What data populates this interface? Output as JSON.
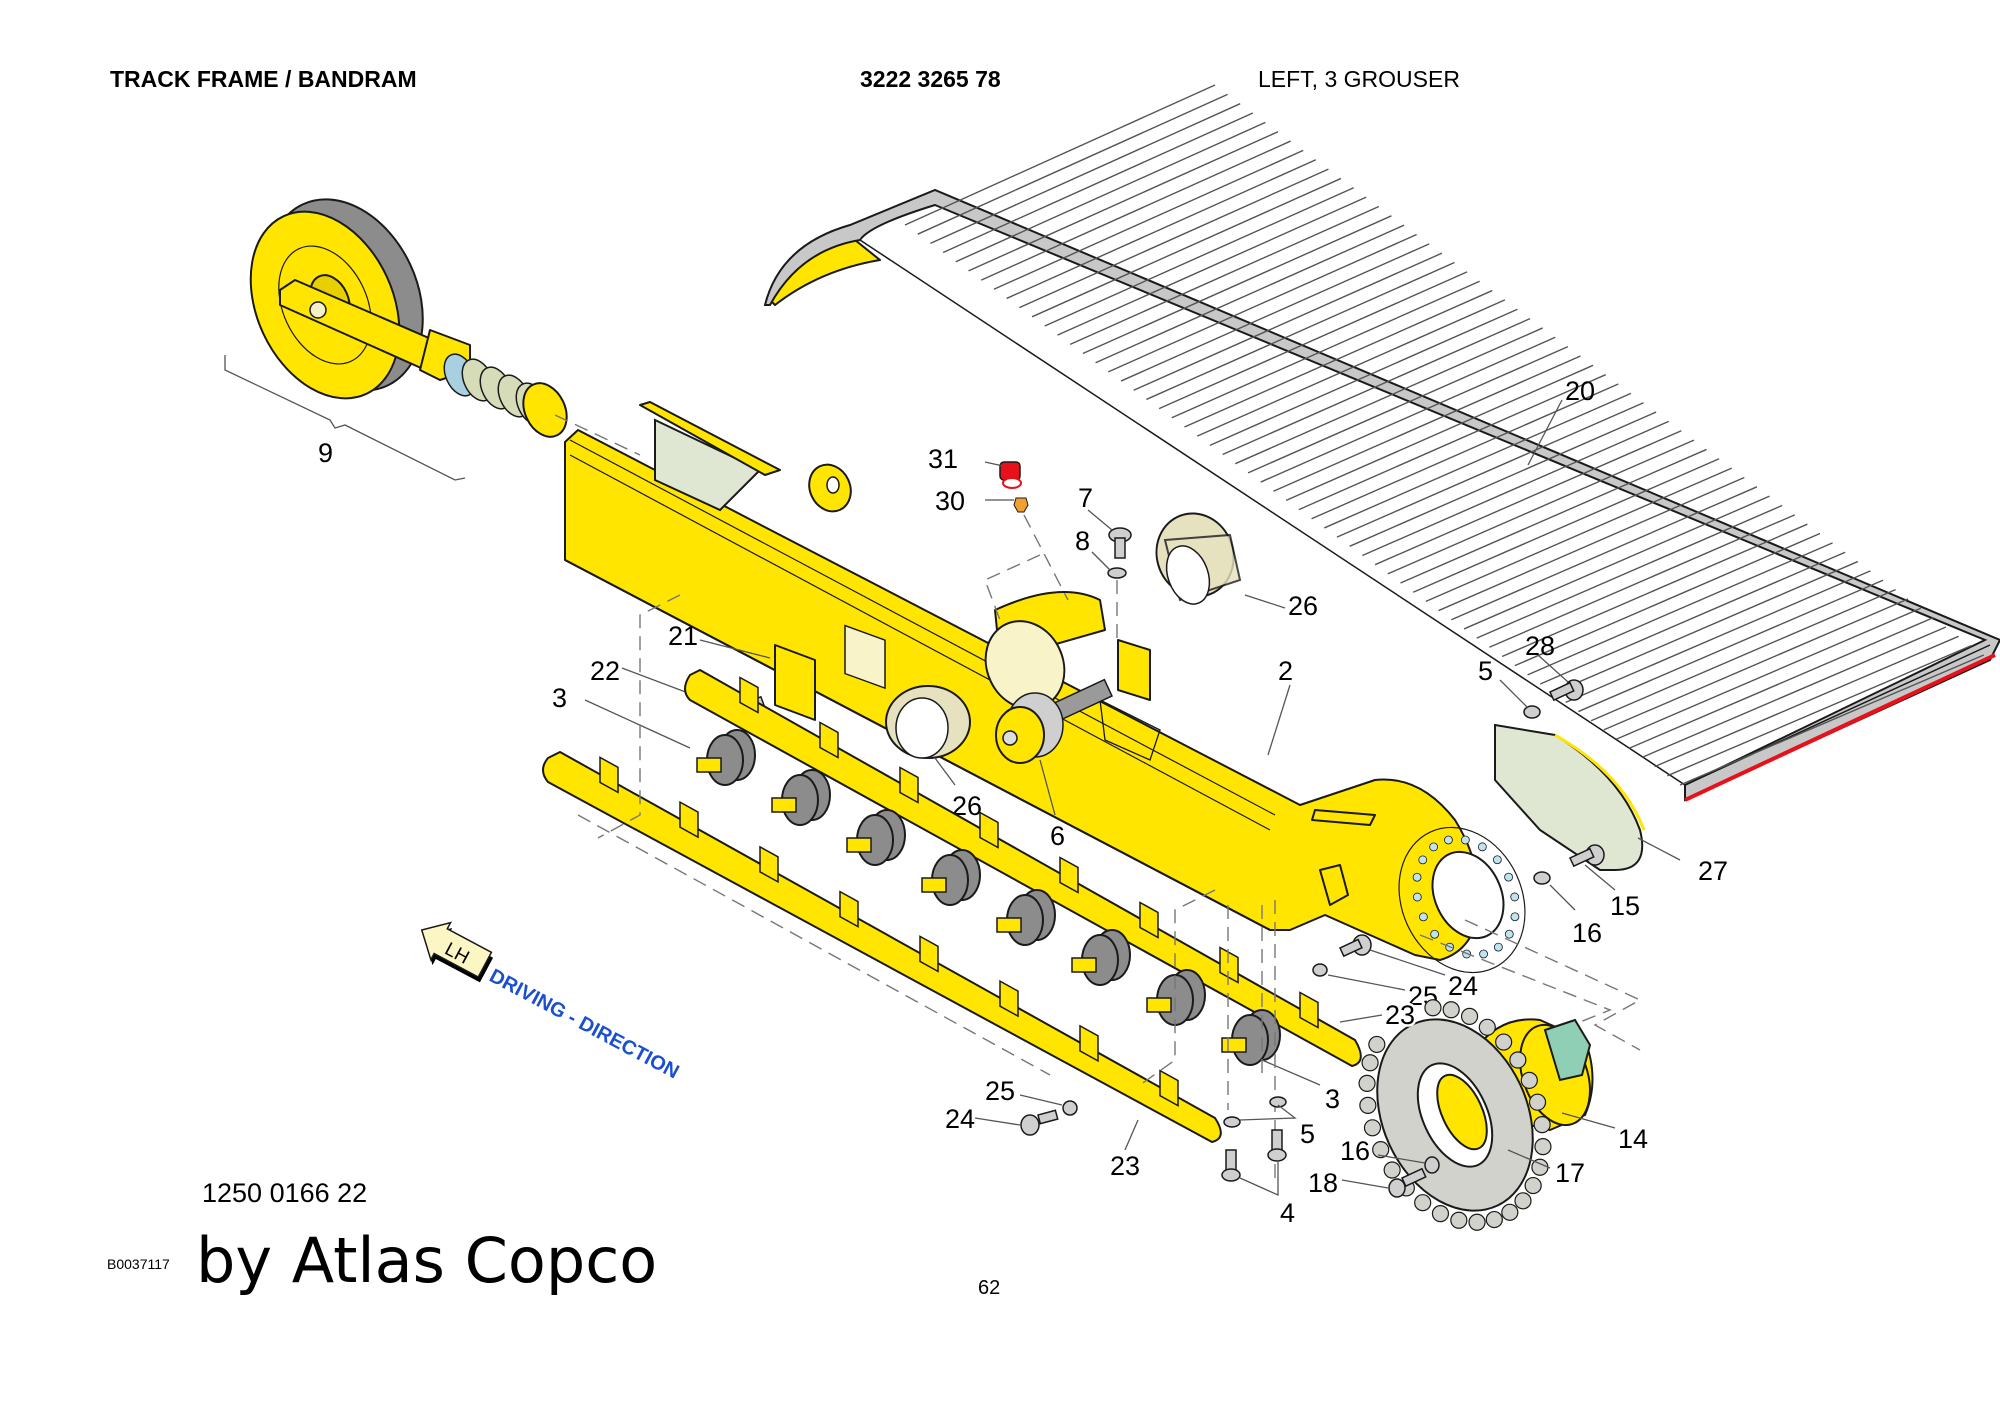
{
  "header": {
    "title": "TRACK FRAME / BANDRAM",
    "part_number": "3222 3265 78",
    "variant": "LEFT, 3 GROUSER"
  },
  "diagram": {
    "direction_badge": "LH",
    "direction_label": "DRIVING - DIRECTION",
    "colors": {
      "frame": "#ffe500",
      "track": "#c8c8c8",
      "cover": "#dfe6d2",
      "bushing": "#e6e2c0",
      "cap": "#e8101a",
      "nipple": "#f0a030",
      "direction_text": "#1a4fd0",
      "motor_block": "#8fcfb5"
    },
    "callouts": {
      "c9": "9",
      "c31": "31",
      "c30": "30",
      "c7": "7",
      "c8": "8",
      "c26a": "26",
      "c20": "20",
      "c21": "21",
      "c22": "22",
      "c3a": "3",
      "c2": "2",
      "c5a": "5",
      "c28": "28",
      "c26b": "26",
      "c6": "6",
      "c27": "27",
      "c15": "15",
      "c16a": "16",
      "c24a": "24",
      "c25a": "25",
      "c23a": "23",
      "c3b": "3",
      "c25b": "25",
      "c24b": "24",
      "c5b": "5",
      "c23b": "23",
      "c14": "14",
      "c16b": "16",
      "c17": "17",
      "c18": "18",
      "c4": "4"
    }
  },
  "footer": {
    "reference_number": "1250 0166 22",
    "image_id": "B0037117",
    "brand": "by Atlas Copco",
    "page_number": "62"
  }
}
